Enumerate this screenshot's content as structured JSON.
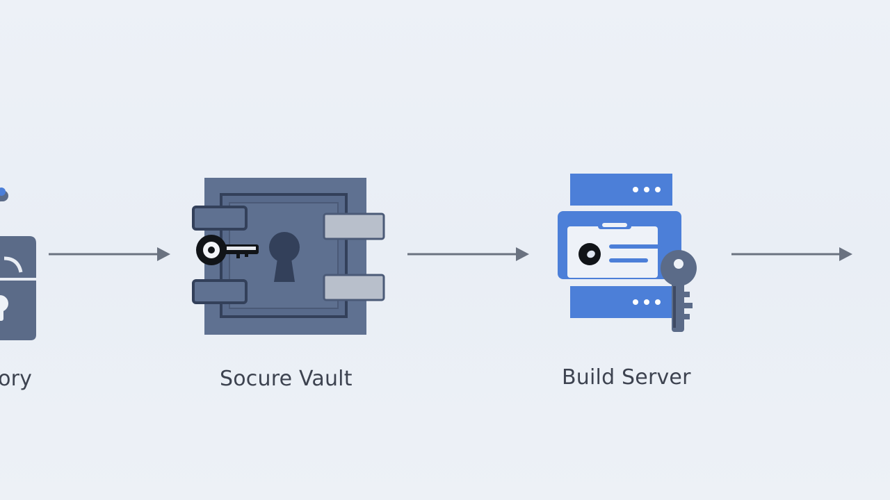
{
  "diagram": {
    "nodes": [
      {
        "id": "repo",
        "label": "iiory",
        "icon": "padlock-icon"
      },
      {
        "id": "vault",
        "label": "Socure Vault",
        "icon": "vault-safe-icon"
      },
      {
        "id": "build",
        "label": "Build Server",
        "icon": "server-key-icon"
      }
    ],
    "edges": [
      {
        "from": "repo",
        "to": "vault"
      },
      {
        "from": "vault",
        "to": "build"
      },
      {
        "from": "build",
        "to": "next"
      }
    ]
  },
  "colors": {
    "background": "#ecf0f6",
    "vault_slate": "#5f7191",
    "vault_dark": "#33405a",
    "server_blue": "#4c7fd8",
    "arrow": "#6a7280",
    "lock_slate": "#5b6b88"
  }
}
